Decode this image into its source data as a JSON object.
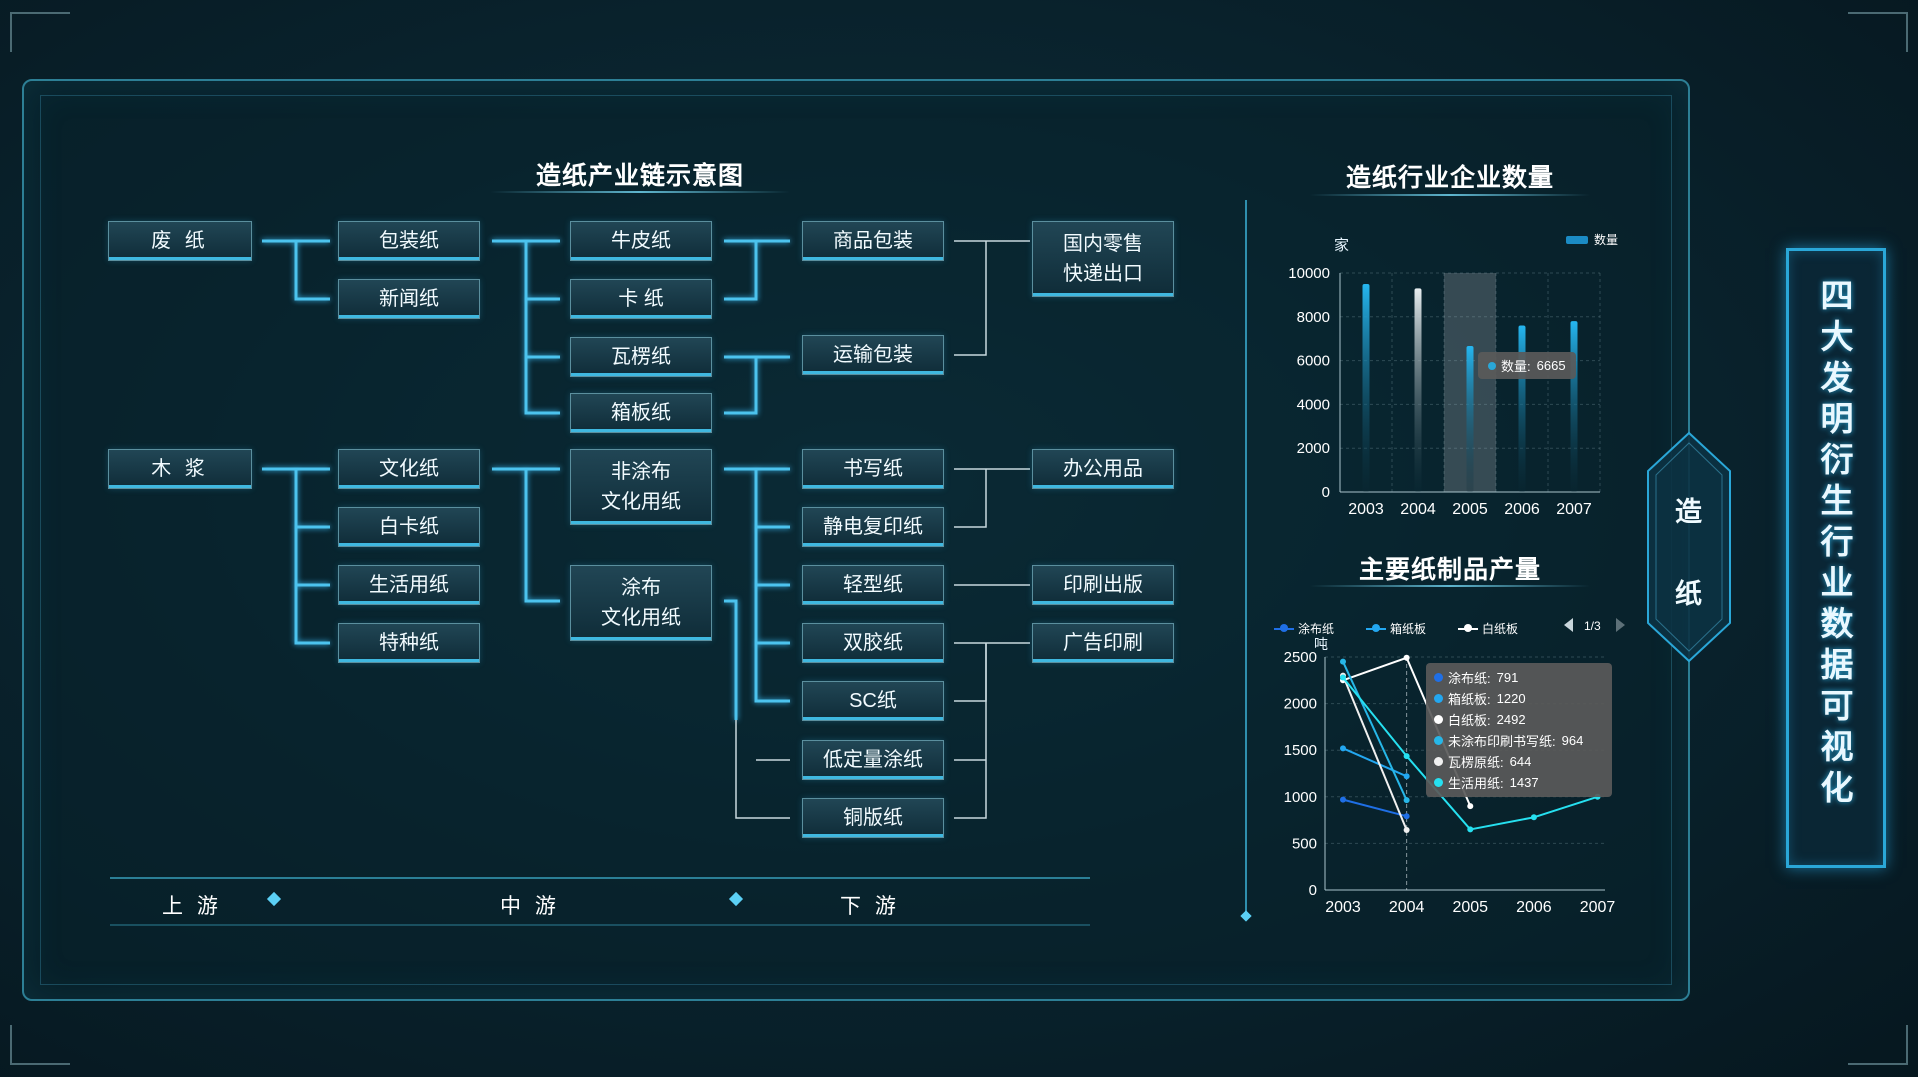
{
  "side_title": "四大发明衍生行业数据可视化",
  "side_tab": {
    "char1": "造",
    "char2": "纸"
  },
  "chain_diagram": {
    "title": "造纸产业链示意图",
    "roots": [
      "废 纸",
      "木 浆"
    ],
    "level1": [
      "包装纸",
      "新闻纸",
      "文化纸",
      "白卡纸",
      "生活用纸",
      "特种纸"
    ],
    "level2": [
      "牛皮纸",
      "卡 纸",
      "瓦楞纸",
      "箱板纸",
      "非涂布\n文化用纸",
      "涂布\n文化用纸"
    ],
    "level3": [
      "商品包装",
      "运输包装",
      "书写纸",
      "静电复印纸",
      "轻型纸",
      "双胶纸",
      "SC纸",
      "低定量涂纸",
      "铜版纸"
    ],
    "level4": [
      "国内零售\n快递出口",
      "办公用品",
      "印刷出版",
      "广告印刷"
    ],
    "stages": [
      "上 游",
      "中 游",
      "下 游"
    ]
  },
  "enterprise_chart": {
    "title": "造纸行业企业数量",
    "unit": "家",
    "legend": "数量",
    "tooltip_label": "数量:",
    "tooltip_value": "6665"
  },
  "output_chart": {
    "title": "主要纸制品产量",
    "unit": "吨",
    "legend": [
      "涂布纸",
      "箱纸板",
      "白纸板"
    ],
    "pager": "1/3",
    "tooltip": [
      {
        "label": "涂布纸:",
        "value": "791",
        "color": "#1f6fe6"
      },
      {
        "label": "箱纸板:",
        "value": "1220",
        "color": "#23a7f0"
      },
      {
        "label": "白纸板:",
        "value": "2492",
        "color": "#ffffff"
      },
      {
        "label": "未涂布印刷书写纸:",
        "value": "964",
        "color": "#27b7e8"
      },
      {
        "label": "瓦楞原纸:",
        "value": "644",
        "color": "#f0f0f0"
      },
      {
        "label": "生活用纸:",
        "value": "1437",
        "color": "#26e0f0"
      }
    ]
  },
  "chart_data": [
    {
      "type": "bar",
      "title": "造纸行业企业数量",
      "ylabel": "家",
      "categories": [
        "2003",
        "2004",
        "2005",
        "2006",
        "2007"
      ],
      "series": [
        {
          "name": "数量",
          "values": [
            9500,
            9300,
            6665,
            7600,
            7800
          ]
        }
      ],
      "ylim": [
        0,
        10000
      ],
      "yticks": [
        0,
        2000,
        4000,
        6000,
        8000,
        10000
      ],
      "grid": true,
      "legend": "top-right"
    },
    {
      "type": "line",
      "title": "主要纸制品产量",
      "ylabel": "吨",
      "x": [
        "2003",
        "2004",
        "2005",
        "2006",
        "2007"
      ],
      "series": [
        {
          "name": "涂布纸",
          "values": [
            970,
            791,
            null,
            null,
            null
          ]
        },
        {
          "name": "箱纸板",
          "values": [
            1520,
            1220,
            null,
            null,
            null
          ]
        },
        {
          "name": "白纸板",
          "values": [
            2250,
            2492,
            900,
            null,
            null
          ]
        },
        {
          "name": "未涂布印刷书写纸",
          "values": [
            2450,
            964,
            null,
            null,
            null
          ]
        },
        {
          "name": "瓦楞原纸",
          "values": [
            2300,
            644,
            null,
            null,
            null
          ]
        },
        {
          "name": "生活用纸",
          "values": [
            2280,
            1437,
            650,
            780,
            1000
          ]
        }
      ],
      "ylim": [
        0,
        2500
      ],
      "yticks": [
        0,
        500,
        1000,
        1500,
        2000,
        2500
      ],
      "grid": true,
      "legend": "top"
    }
  ]
}
